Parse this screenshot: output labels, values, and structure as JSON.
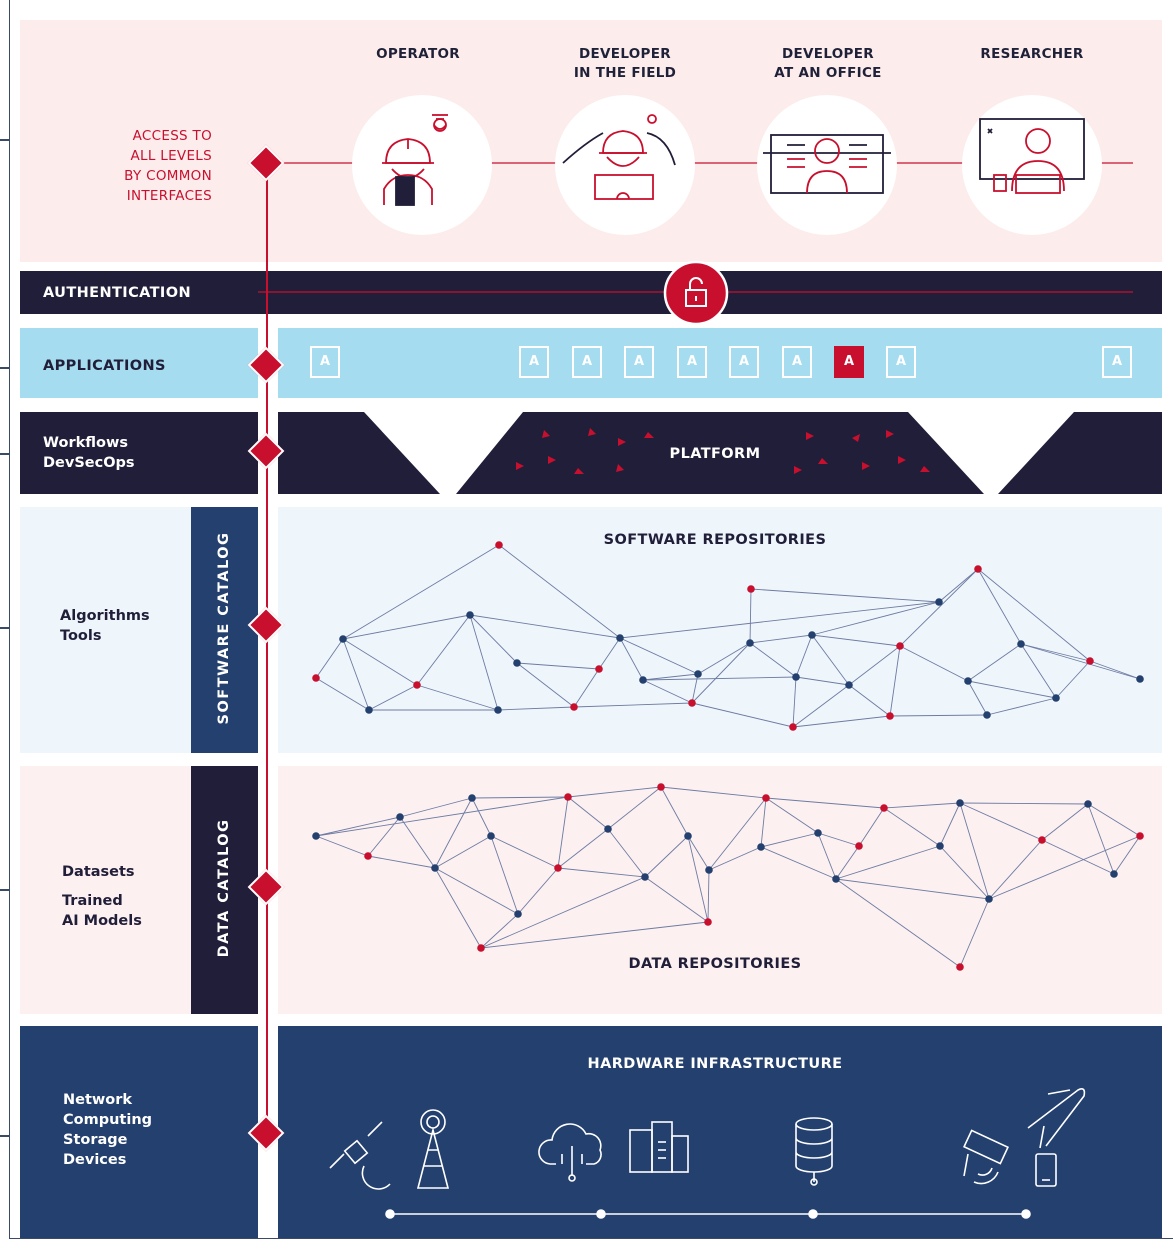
{
  "access": {
    "lines": [
      "ACCESS TO",
      "ALL LEVELS",
      "BY COMMON",
      "INTERFACES"
    ]
  },
  "roles": [
    {
      "line1": "OPERATOR",
      "line2": "",
      "icon": "operator-drone-icon"
    },
    {
      "line1": "DEVELOPER",
      "line2": "IN THE FIELD",
      "icon": "field-developer-icon"
    },
    {
      "line1": "DEVELOPER",
      "line2": "AT AN OFFICE",
      "icon": "office-developer-icon"
    },
    {
      "line1": "RESEARCHER",
      "line2": "",
      "icon": "researcher-icon"
    }
  ],
  "layers": {
    "authentication": "AUTHENTICATION",
    "applications": "APPLICATIONS",
    "workflows": [
      "Workflows",
      "DevSecOps"
    ],
    "platform": "PLATFORM",
    "software_catalog": "SOFTWARE CATALOG",
    "software_side": [
      "Algorithms",
      "Tools"
    ],
    "software_repos": "SOFTWARE REPOSITORIES",
    "data_catalog": "DATA CATALOG",
    "data_side": [
      "Datasets",
      "Trained",
      "AI Models"
    ],
    "data_repos": "DATA REPOSITORIES",
    "hardware_title": "HARDWARE INFRASTRUCTURE",
    "hardware_side": [
      "Network",
      "Computing",
      "Storage",
      "Devices"
    ]
  },
  "app_tiles": [
    {
      "label": "A",
      "active": false
    },
    {
      "label": "A",
      "active": false
    },
    {
      "label": "A",
      "active": false
    },
    {
      "label": "A",
      "active": false
    },
    {
      "label": "A",
      "active": false
    },
    {
      "label": "A",
      "active": false
    },
    {
      "label": "A",
      "active": false
    },
    {
      "label": "A",
      "active": true
    },
    {
      "label": "A",
      "active": false
    },
    {
      "label": "A",
      "active": false
    }
  ],
  "hardware_icons": [
    "satellite-icon",
    "antenna-tower-icon",
    "cloud-circuit-icon",
    "server-rack-icon",
    "database-icon",
    "camera-icon",
    "airplane-icon",
    "phone-icon"
  ],
  "colors": {
    "navy": "#201e38",
    "blue": "#24406e",
    "red": "#c8102e",
    "lightblue": "#a5dcef",
    "pink": "#fcecec"
  }
}
